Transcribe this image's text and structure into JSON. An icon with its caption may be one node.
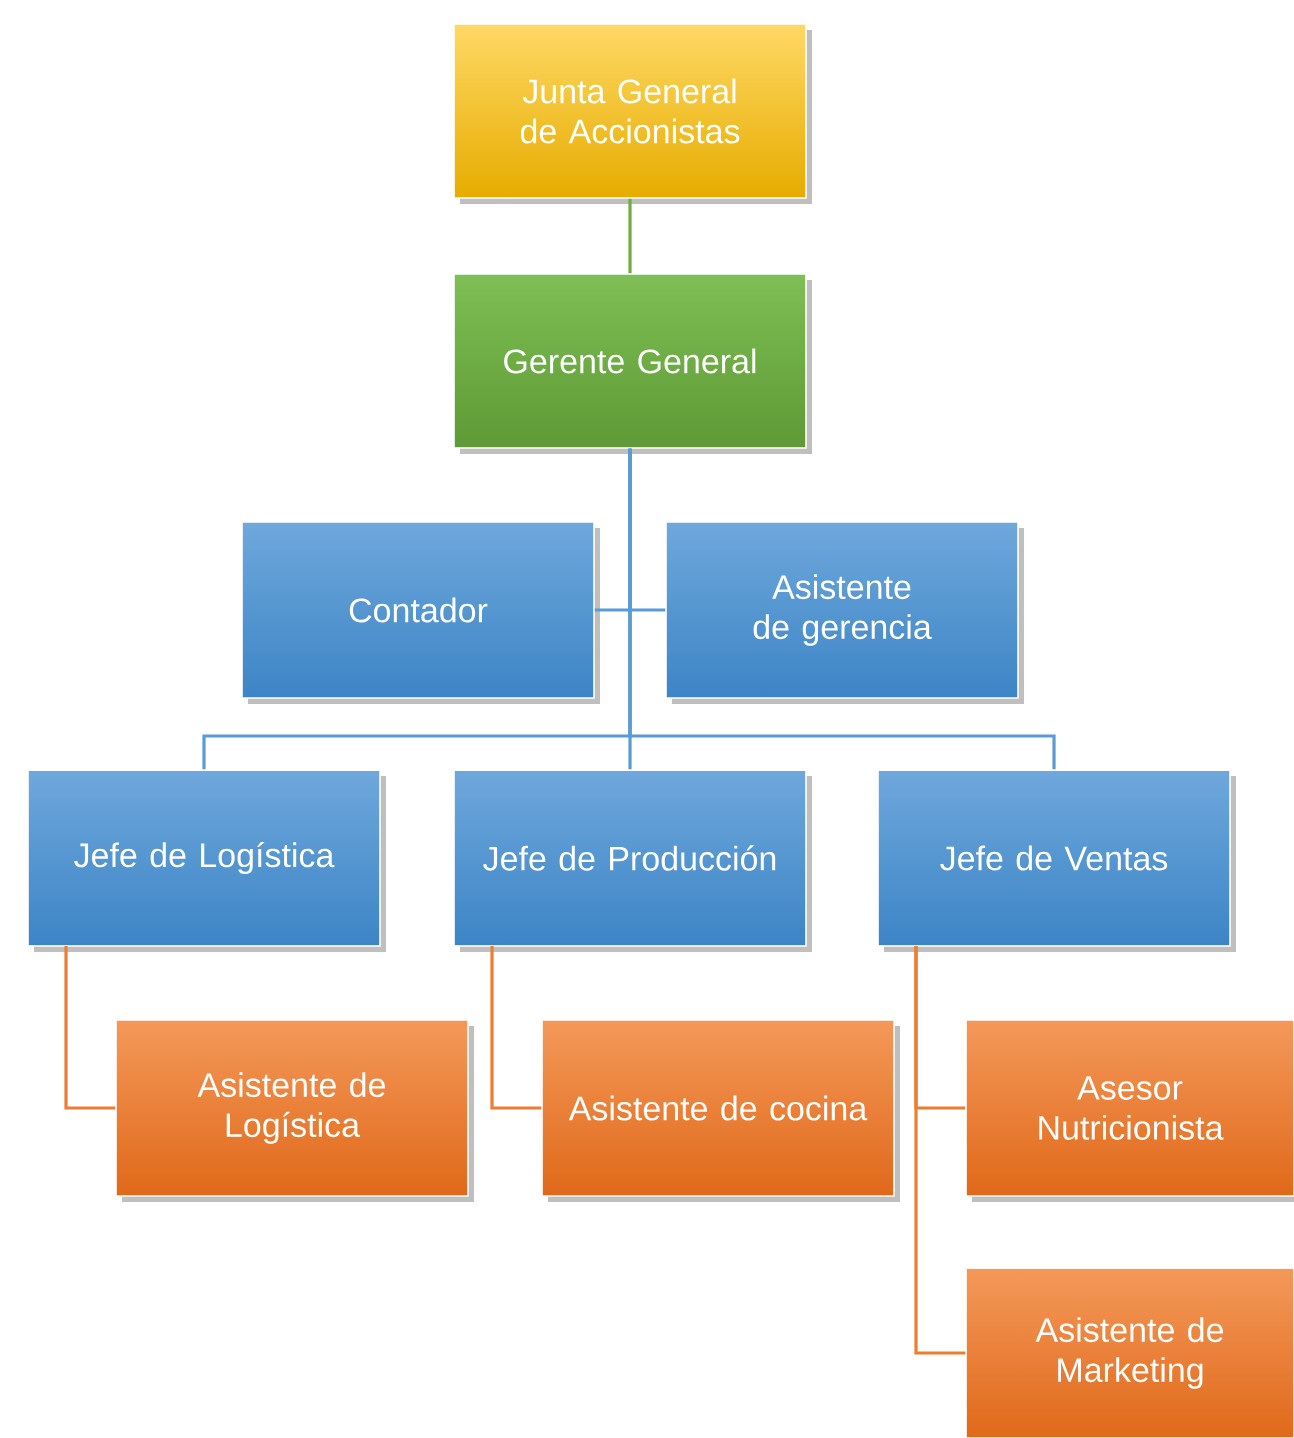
{
  "diagram": {
    "nodes": [
      {
        "text": [
          "Junta General de Accionistas"
        ]
      },
      {
        "text": [
          "Gerente General"
        ]
      },
      {
        "text": [
          "Contador"
        ]
      },
      {
        "text": [
          "Asistente de gerencia"
        ]
      },
      {
        "text": [
          "Jefe de Logística"
        ]
      },
      {
        "text": [
          "Jefe de Producción"
        ]
      },
      {
        "text": [
          "Jefe de Ventas"
        ]
      },
      {
        "text": [
          "Asistente de Logística"
        ]
      },
      {
        "text": [
          "Asistente de cocina"
        ]
      },
      {
        "text": [
          "Asesor Nutricionista"
        ]
      },
      {
        "text": [
          "Asistente de Marketing"
        ]
      }
    ],
    "edges": [
      {
        "from": 0,
        "to": 1,
        "arrow": "none",
        "color": "#70ad47"
      },
      {
        "from": 1,
        "to": 2,
        "arrow": "none"
      },
      {
        "from": 1,
        "to": 3,
        "arrow": "none"
      },
      {
        "from": 1,
        "to": 4,
        "arrow": "none"
      },
      {
        "from": 1,
        "to": 5,
        "arrow": "none"
      },
      {
        "from": 1,
        "to": 6,
        "arrow": "none"
      },
      {
        "from": 4,
        "to": 7,
        "arrow": "none",
        "color": "#ed7d31"
      },
      {
        "from": 5,
        "to": 8,
        "arrow": "none",
        "color": "#ed7d31"
      },
      {
        "from": 6,
        "to": 9,
        "arrow": "none",
        "color": "#ed7d31"
      },
      {
        "from": 6,
        "to": 10,
        "arrow": "none",
        "color": "#ed7d31"
      }
    ]
  }
}
